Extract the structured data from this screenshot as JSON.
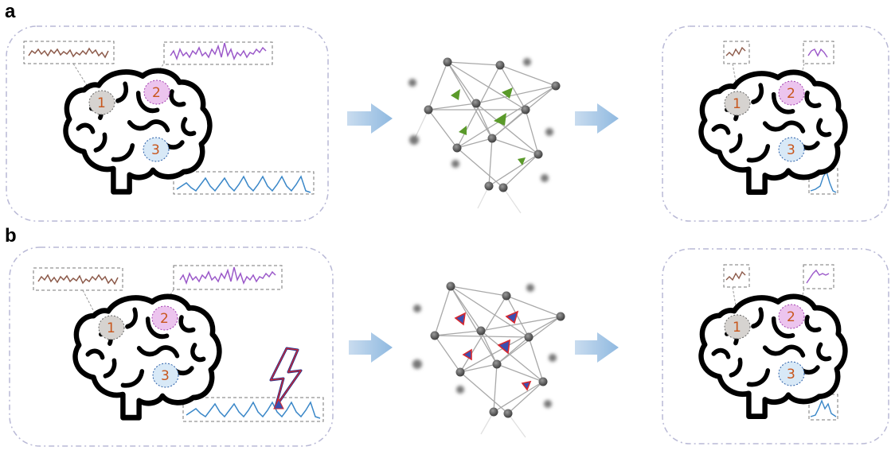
{
  "panels": [
    {
      "label": "a",
      "regions": [
        {
          "number": "1",
          "color": "#8c5a4a"
        },
        {
          "number": "2",
          "color": "#9b59c9"
        },
        {
          "number": "3",
          "color": "#3a87c8"
        }
      ],
      "stimulation": false,
      "network_marker": "green-triangle"
    },
    {
      "label": "b",
      "regions": [
        {
          "number": "1",
          "color": "#8c5a4a"
        },
        {
          "number": "2",
          "color": "#9b59c9"
        },
        {
          "number": "3",
          "color": "#3a87c8"
        }
      ],
      "stimulation": true,
      "network_marker": "red-blue-triangle"
    }
  ],
  "colors": {
    "region1_fill": "#d6d3d0",
    "region2_fill": "#ecc4ee",
    "region3_fill": "#d8e9f7",
    "region_text": "#c8561c",
    "signal1": "#8c5a4a",
    "signal2": "#9b59c9",
    "signal3": "#3a87c8",
    "arrow": "#a9c9e6",
    "panel_border": "#b9b9d6",
    "network_edge": "#8a8a8a",
    "triangle_green": "#5a9a2a",
    "triangle_red": "#d8282e",
    "triangle_blue": "#3a4fb0"
  }
}
